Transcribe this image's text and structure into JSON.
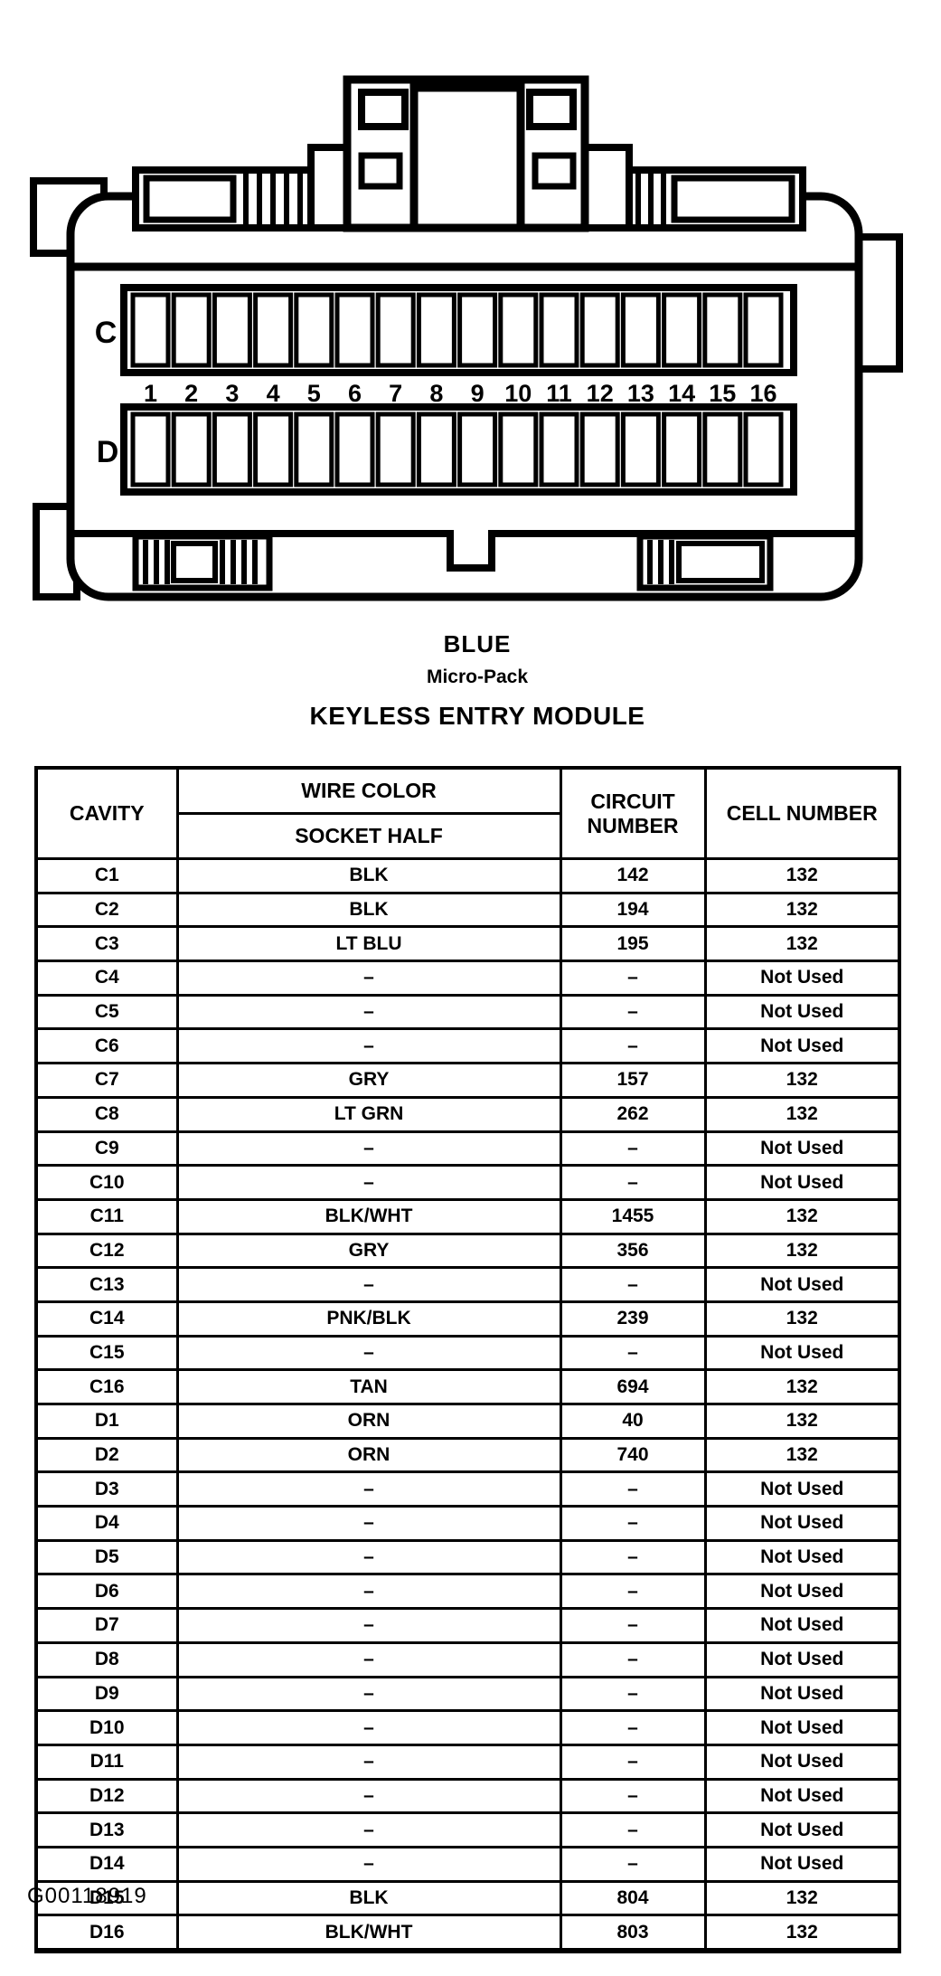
{
  "page": {
    "background": "#ffffff",
    "ink": "#000000"
  },
  "diagram": {
    "labels": {
      "connector_color": "BLUE",
      "connector_type": "Micro-Pack",
      "module_title": "KEYLESS ENTRY MODULE"
    },
    "connector": {
      "row_labels": [
        "C",
        "D"
      ],
      "pin_numbers": [
        "1",
        "2",
        "3",
        "4",
        "5",
        "6",
        "7",
        "8",
        "9",
        "10",
        "11",
        "12",
        "13",
        "14",
        "15",
        "16"
      ],
      "pins_per_row": 16
    }
  },
  "table": {
    "headers": {
      "cavity": "CAVITY",
      "wire_color": "WIRE COLOR",
      "socket_half": "SOCKET HALF",
      "circuit_number": "CIRCUIT NUMBER",
      "cell_number": "CELL NUMBER"
    },
    "rows": [
      {
        "cavity": "C1",
        "wire_color": "BLK",
        "circuit_number": "142",
        "cell_number": "132"
      },
      {
        "cavity": "C2",
        "wire_color": "BLK",
        "circuit_number": "194",
        "cell_number": "132"
      },
      {
        "cavity": "C3",
        "wire_color": "LT BLU",
        "circuit_number": "195",
        "cell_number": "132"
      },
      {
        "cavity": "C4",
        "wire_color": "–",
        "circuit_number": "–",
        "cell_number": "Not Used"
      },
      {
        "cavity": "C5",
        "wire_color": "–",
        "circuit_number": "–",
        "cell_number": "Not Used"
      },
      {
        "cavity": "C6",
        "wire_color": "–",
        "circuit_number": "–",
        "cell_number": "Not Used"
      },
      {
        "cavity": "C7",
        "wire_color": "GRY",
        "circuit_number": "157",
        "cell_number": "132"
      },
      {
        "cavity": "C8",
        "wire_color": "LT GRN",
        "circuit_number": "262",
        "cell_number": "132"
      },
      {
        "cavity": "C9",
        "wire_color": "–",
        "circuit_number": "–",
        "cell_number": "Not Used"
      },
      {
        "cavity": "C10",
        "wire_color": "–",
        "circuit_number": "–",
        "cell_number": "Not Used"
      },
      {
        "cavity": "C11",
        "wire_color": "BLK/WHT",
        "circuit_number": "1455",
        "cell_number": "132"
      },
      {
        "cavity": "C12",
        "wire_color": "GRY",
        "circuit_number": "356",
        "cell_number": "132"
      },
      {
        "cavity": "C13",
        "wire_color": "–",
        "circuit_number": "–",
        "cell_number": "Not Used"
      },
      {
        "cavity": "C14",
        "wire_color": "PNK/BLK",
        "circuit_number": "239",
        "cell_number": "132"
      },
      {
        "cavity": "C15",
        "wire_color": "–",
        "circuit_number": "–",
        "cell_number": "Not Used"
      },
      {
        "cavity": "C16",
        "wire_color": "TAN",
        "circuit_number": "694",
        "cell_number": "132"
      },
      {
        "cavity": "D1",
        "wire_color": "ORN",
        "circuit_number": "40",
        "cell_number": "132"
      },
      {
        "cavity": "D2",
        "wire_color": "ORN",
        "circuit_number": "740",
        "cell_number": "132"
      },
      {
        "cavity": "D3",
        "wire_color": "–",
        "circuit_number": "–",
        "cell_number": "Not Used"
      },
      {
        "cavity": "D4",
        "wire_color": "–",
        "circuit_number": "–",
        "cell_number": "Not Used"
      },
      {
        "cavity": "D5",
        "wire_color": "–",
        "circuit_number": "–",
        "cell_number": "Not Used"
      },
      {
        "cavity": "D6",
        "wire_color": "–",
        "circuit_number": "–",
        "cell_number": "Not Used"
      },
      {
        "cavity": "D7",
        "wire_color": "–",
        "circuit_number": "–",
        "cell_number": "Not Used"
      },
      {
        "cavity": "D8",
        "wire_color": "–",
        "circuit_number": "–",
        "cell_number": "Not Used"
      },
      {
        "cavity": "D9",
        "wire_color": "–",
        "circuit_number": "–",
        "cell_number": "Not Used"
      },
      {
        "cavity": "D10",
        "wire_color": "–",
        "circuit_number": "–",
        "cell_number": "Not Used"
      },
      {
        "cavity": "D11",
        "wire_color": "–",
        "circuit_number": "–",
        "cell_number": "Not Used"
      },
      {
        "cavity": "D12",
        "wire_color": "–",
        "circuit_number": "–",
        "cell_number": "Not Used"
      },
      {
        "cavity": "D13",
        "wire_color": "–",
        "circuit_number": "–",
        "cell_number": "Not Used"
      },
      {
        "cavity": "D14",
        "wire_color": "–",
        "circuit_number": "–",
        "cell_number": "Not Used"
      },
      {
        "cavity": "D15",
        "wire_color": "BLK",
        "circuit_number": "804",
        "cell_number": "132"
      },
      {
        "cavity": "D16",
        "wire_color": "BLK/WHT",
        "circuit_number": "803",
        "cell_number": "132"
      }
    ]
  },
  "footer": {
    "figure_id": "G00118919"
  }
}
